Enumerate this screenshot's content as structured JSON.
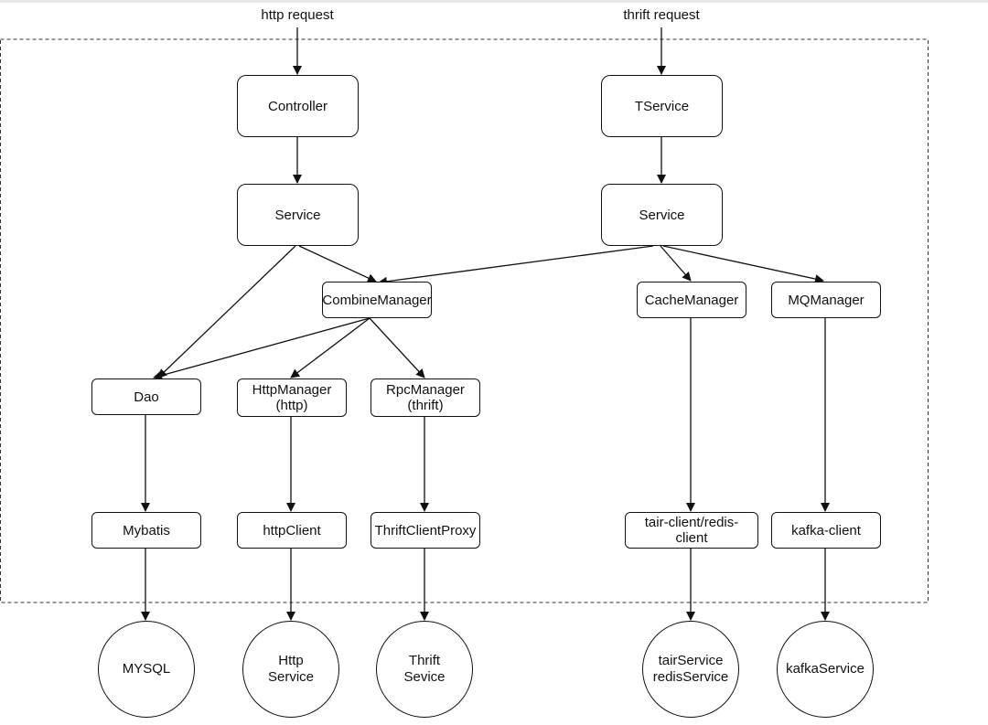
{
  "diagram": {
    "inputs": {
      "http": "http request",
      "thrift": "thrift request"
    },
    "boxes": {
      "controller": "Controller",
      "tservice": "TService",
      "service_left": "Service",
      "service_right": "Service",
      "combine_manager": "CombineManager",
      "cache_manager": "CacheManager",
      "mq_manager": "MQManager",
      "dao": "Dao",
      "http_manager": {
        "line1": "HttpManager",
        "line2": "(http)"
      },
      "rpc_manager": {
        "line1": "RpcManager",
        "line2": "(thrift)"
      },
      "mybatis": "Mybatis",
      "http_client": "httpClient",
      "thrift_client_proxy": "ThriftClientProxy",
      "tair_redis_client": {
        "line1": "tair-client/redis-",
        "line2": "client"
      },
      "kafka_client": "kafka-client"
    },
    "externals": {
      "mysql": "MYSQL",
      "http_service": {
        "line1": "Http",
        "line2": "Service"
      },
      "thrift_service": {
        "line1": "Thrift",
        "line2": "Sevice"
      },
      "tair_redis_service": {
        "line1": "tairService",
        "line2": "redisService"
      },
      "kafka_service": "kafkaService"
    }
  }
}
